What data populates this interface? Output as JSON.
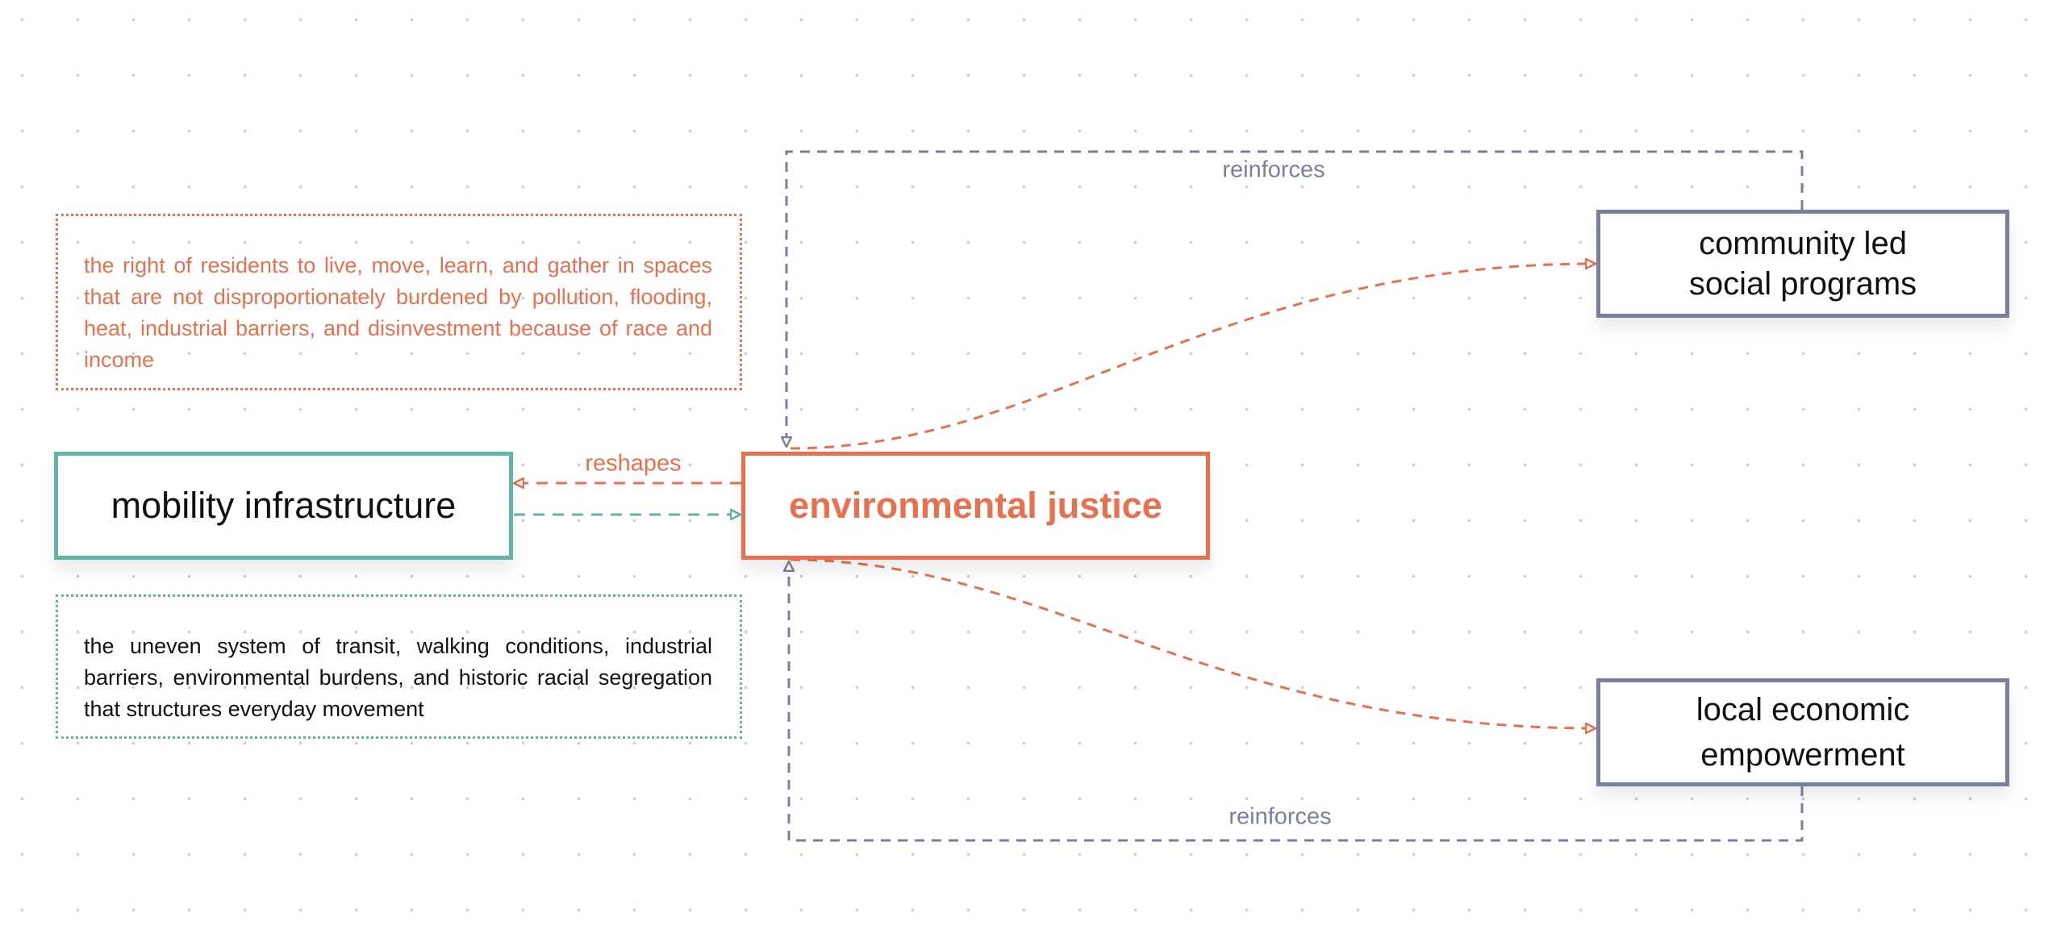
{
  "colors": {
    "environmental": "#E8704F",
    "mobility": "#5FB5A8",
    "outcomes": "#7A7FA0"
  },
  "nodes": {
    "environmental_justice": "environmental justice",
    "mobility_infrastructure": "mobility infrastructure",
    "community_programs": [
      "community led",
      "social programs"
    ],
    "economic_empowerment": [
      "local economic",
      "empowerment"
    ]
  },
  "notes": {
    "environmental_justice_definition": "the right of residents to live, move, learn, and gather in spaces that are not disproportionately burdened by pollution, flooding, heat, industrial barriers, and disinvestment because of race and income",
    "mobility_definition": "the uneven system of transit, walking conditions, industrial barriers, environmental burdens, and historic racial segregation that structures everyday movement"
  },
  "edges": {
    "reshapes": "reshapes",
    "reinforces_top": "reinforces",
    "reinforces_bottom": "reinforces"
  }
}
